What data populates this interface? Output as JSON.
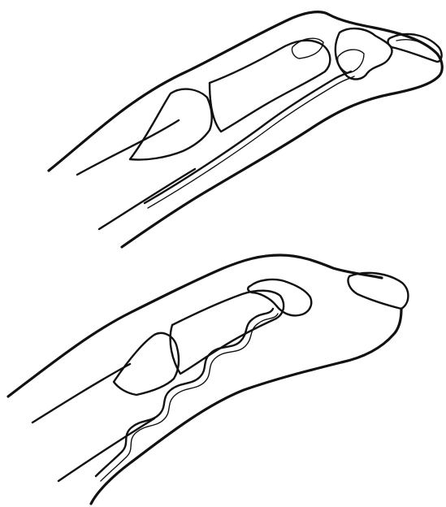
{
  "figure": {
    "panels": [
      {
        "id": "top",
        "state": "hyperextended distal joint"
      },
      {
        "id": "bottom",
        "state": "flexed / tendon buckled"
      }
    ],
    "colors": {
      "ink": "#111111",
      "background": "#ffffff",
      "hatch": "#333333"
    }
  }
}
